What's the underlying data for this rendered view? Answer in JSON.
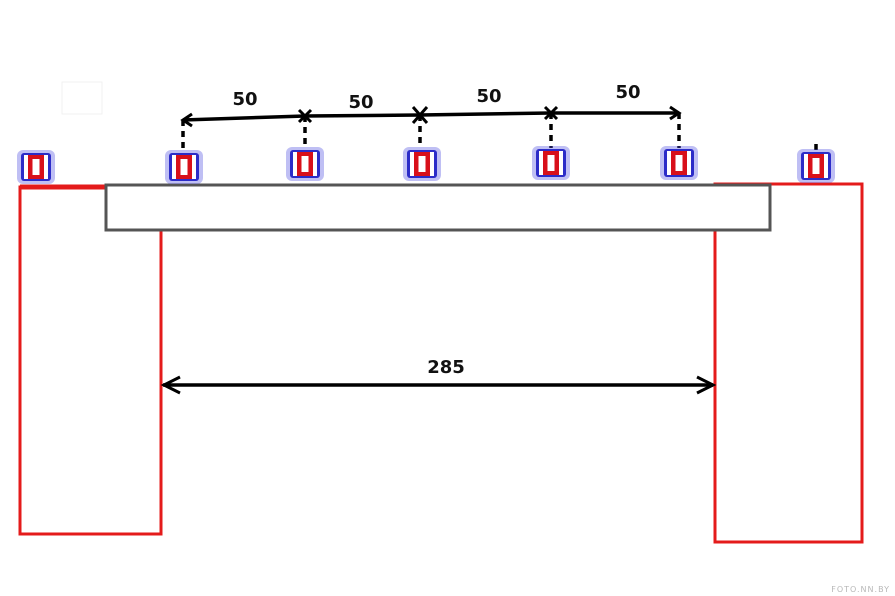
{
  "dimensions": {
    "spacing_labels": [
      "50",
      "50",
      "50",
      "50"
    ],
    "span_label": "285"
  },
  "watermark": "FOTO.NN.BY",
  "colors": {
    "support": "#e41b1b",
    "beam": "#555555",
    "arrow": "#000000",
    "lamp_glow": "#3a3ad8",
    "lamp_body": "#d8101a"
  },
  "icons": {
    "lamp": "spotlight-icon"
  }
}
